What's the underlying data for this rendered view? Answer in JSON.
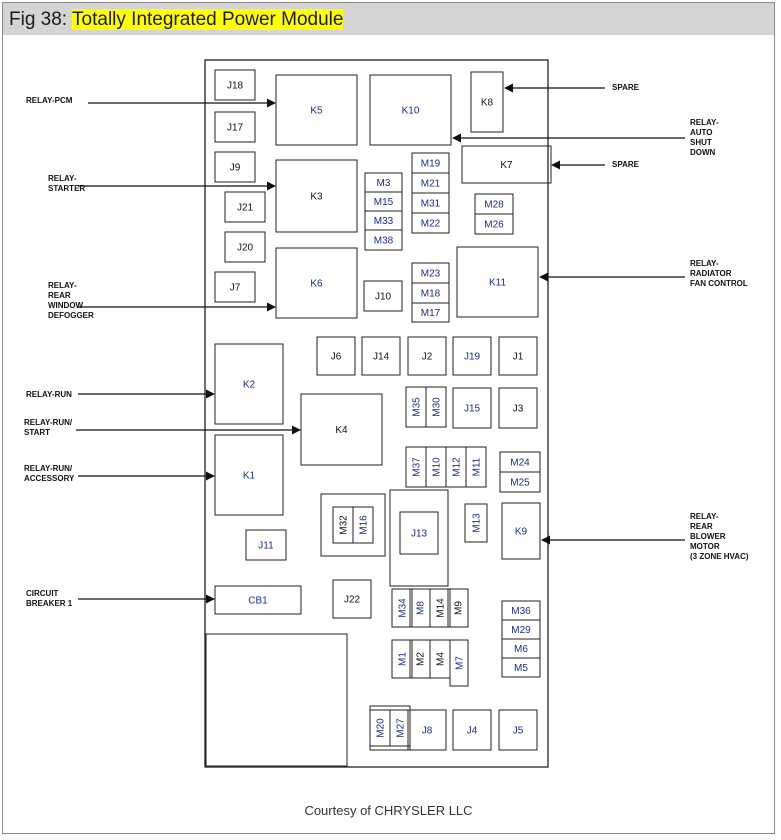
{
  "figure": {
    "label": "Fig 38:",
    "title": "Totally Integrated Power Module",
    "credit": "Courtesy of CHRYSLER LLC"
  },
  "colors": {
    "header_bg": "#d4d4d4",
    "highlight": "#ffff00",
    "text_blue": "#1a2b8c"
  },
  "components": {
    "J18": "J18",
    "J17": "J17",
    "J9": "J9",
    "J21": "J21",
    "J20": "J20",
    "J7": "J7",
    "K5": "K5",
    "K10": "K10",
    "K8": "K8",
    "K7": "K7",
    "K3": "K3",
    "K6": "K6",
    "K11": "K11",
    "M19": "M19",
    "M21": "M21",
    "M31": "M31",
    "M22": "M22",
    "M3": "M3",
    "M15": "M15",
    "M33": "M33",
    "M38": "M38",
    "M28": "M28",
    "M26": "M26",
    "M23": "M23",
    "M18": "M18",
    "M17": "M17",
    "J10": "J10",
    "J6": "J6",
    "J14": "J14",
    "J2": "J2",
    "J19": "J19",
    "J1": "J1",
    "K2": "K2",
    "K4": "K4",
    "K1": "K1",
    "M35": "M35",
    "M30": "M30",
    "J15": "J15",
    "J3": "J3",
    "M37": "M37",
    "M10": "M10",
    "M12": "M12",
    "M11": "M11",
    "M24": "M24",
    "M25": "M25",
    "M32": "M32",
    "M16": "M16",
    "J13": "J13",
    "M13": "M13",
    "K9": "K9",
    "J11": "J11",
    "CB1": "CB1",
    "J22": "J22",
    "M34": "M34",
    "M8": "M8",
    "M14": "M14",
    "M9": "M9",
    "M36": "M36",
    "M29": "M29",
    "M6": "M6",
    "M5": "M5",
    "M1": "M1",
    "M2": "M2",
    "M4": "M4",
    "M7": "M7",
    "M20": "M20",
    "M27": "M27",
    "J8": "J8",
    "J4": "J4",
    "J5": "J5"
  },
  "callouts": {
    "relay_pcm": [
      "RELAY-PCM"
    ],
    "relay_starter": [
      "RELAY-",
      "STARTER"
    ],
    "relay_rear_window_defogger": [
      "RELAY-",
      "REAR",
      "WINDOW",
      "DEFOGGER"
    ],
    "relay_run": [
      "RELAY-RUN"
    ],
    "relay_run_start": [
      "RELAY-RUN/",
      "START"
    ],
    "relay_run_accessory": [
      "RELAY-RUN/",
      "ACCESSORY"
    ],
    "circuit_breaker_1": [
      "CIRCUIT",
      "BREAKER 1"
    ],
    "spare_top": [
      "SPARE"
    ],
    "relay_auto_shut_down": [
      "RELAY-",
      "AUTO",
      "SHUT",
      "DOWN"
    ],
    "spare_k7": [
      "SPARE"
    ],
    "relay_radiator_fan_control": [
      "RELAY-",
      "RADIATOR",
      "FAN CONTROL"
    ],
    "relay_rear_blower_motor": [
      "RELAY-",
      "REAR",
      "BLOWER",
      "MOTOR",
      "(3 ZONE HVAC)"
    ]
  }
}
